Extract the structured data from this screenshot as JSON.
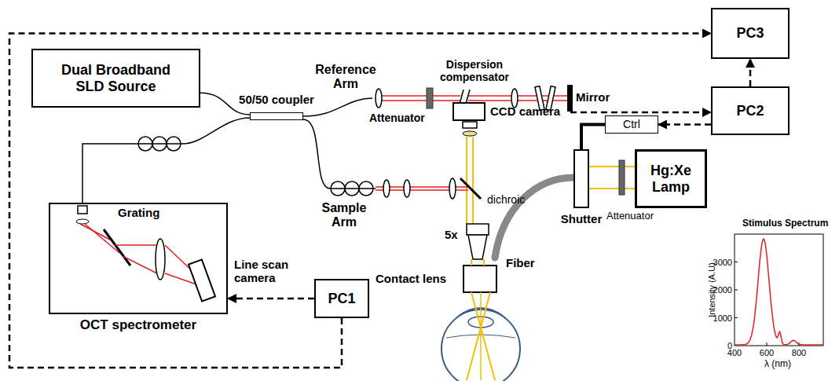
{
  "diagram": {
    "nodes": [
      {
        "text": [
          "Dual Broadband SLD Source"
        ]
      },
      {
        "text": [
          "50/50 coupler"
        ]
      },
      {
        "text": [
          "CCD camera"
        ]
      },
      {
        "text": [
          "PC3"
        ]
      },
      {
        "text": [
          "PC2"
        ]
      },
      {
        "text": [
          "Ctrl"
        ]
      },
      {
        "text": [
          "Shutter"
        ]
      },
      {
        "text": [
          "Hg:Xe Lamp"
        ]
      },
      {
        "text": [
          "OCT spectrometer"
        ]
      },
      {
        "text": [
          "PC1"
        ]
      }
    ],
    "edges": [
      {
        "from": 0,
        "to": 1,
        "arrow": "none"
      },
      {
        "from": 1,
        "to": 8,
        "arrow": "none"
      },
      {
        "from": 9,
        "to": 3,
        "arrow": "to"
      },
      {
        "from": 9,
        "to": 8,
        "arrow": "to"
      },
      {
        "from": 2,
        "to": 4,
        "arrow": "to"
      },
      {
        "from": 4,
        "to": 3,
        "arrow": "to"
      },
      {
        "from": 4,
        "to": 5,
        "arrow": "to"
      },
      {
        "from": 5,
        "to": 6,
        "arrow": "none"
      }
    ],
    "labels": [
      "Reference Arm",
      "Dispersion compensator",
      "Attenuator",
      "Mirror",
      "Sample Arm",
      "dichroic",
      "5x",
      "Contact lens",
      "Fiber",
      "Attenuator",
      "Grating",
      "Line scan camera",
      "Stimulus Spectrum",
      "Intensity (A.U)",
      "3000",
      "2000",
      "1000",
      "0",
      "400",
      "600",
      "800",
      "λ (nm)"
    ]
  }
}
